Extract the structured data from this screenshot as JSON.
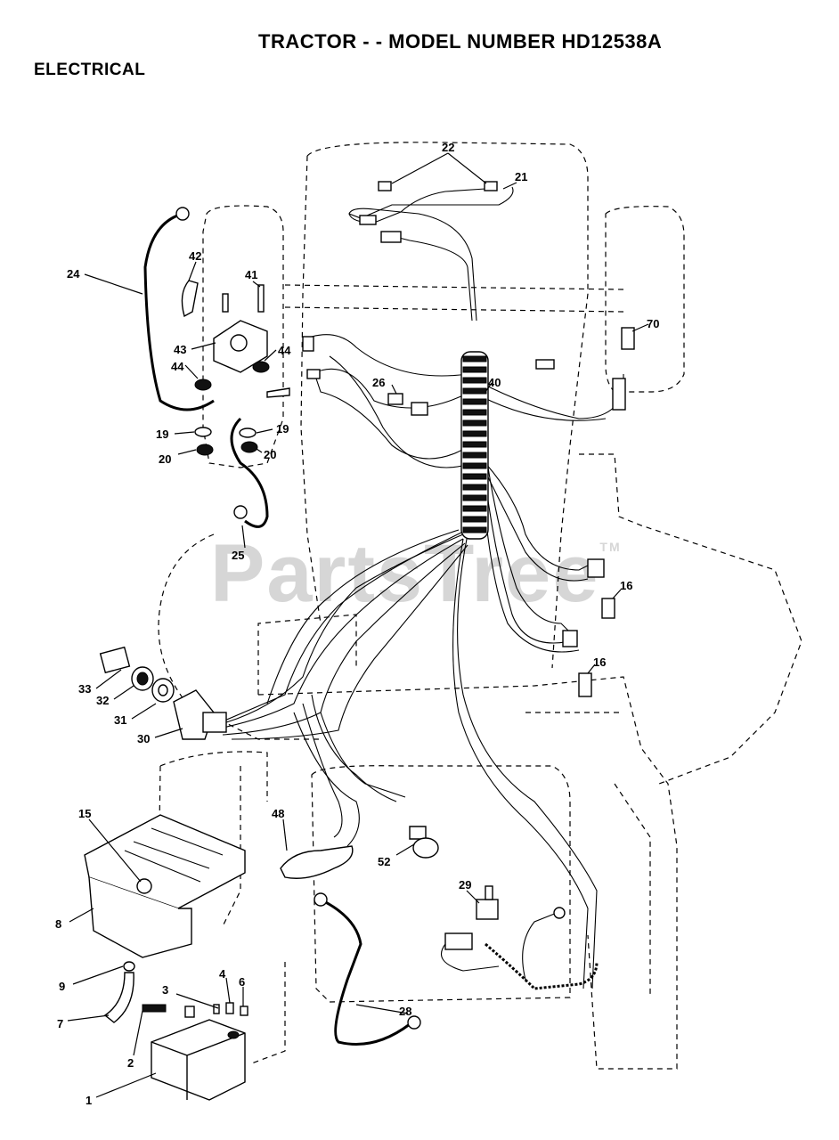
{
  "header": {
    "title": "TRACTOR - - MODEL NUMBER HD12538A",
    "section": "ELECTRICAL"
  },
  "watermark": {
    "text": "PartsTree",
    "mark": "TM"
  },
  "callouts": {
    "c1": "1",
    "c2": "2",
    "c3": "3",
    "c4": "4",
    "c6": "6",
    "c7": "7",
    "c8": "8",
    "c9": "9",
    "c15": "15",
    "c16a": "16",
    "c16b": "16",
    "c19a": "19",
    "c19b": "19",
    "c20a": "20",
    "c20b": "20",
    "c21": "21",
    "c22": "22",
    "c24": "24",
    "c25": "25",
    "c26": "26",
    "c28": "28",
    "c29": "29",
    "c30": "30",
    "c31": "31",
    "c32": "32",
    "c33": "33",
    "c40": "40",
    "c41": "41",
    "c42": "42",
    "c43": "43",
    "c44a": "44",
    "c44b": "44",
    "c48": "48",
    "c52": "52",
    "c70": "70"
  }
}
